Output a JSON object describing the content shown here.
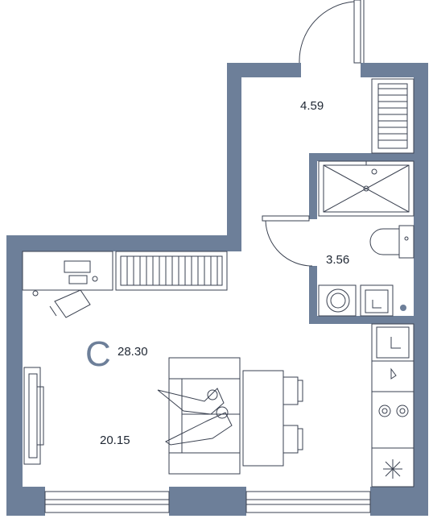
{
  "plan": {
    "unit_type": "C",
    "total_area": "28.30",
    "rooms": [
      {
        "id": "hall",
        "area": "4.59"
      },
      {
        "id": "bathroom",
        "area": "3.56"
      },
      {
        "id": "living",
        "area": "20.15"
      }
    ]
  },
  "colors": {
    "wall": "#6d7f99",
    "line": "#3a4150",
    "background": "#ffffff"
  }
}
